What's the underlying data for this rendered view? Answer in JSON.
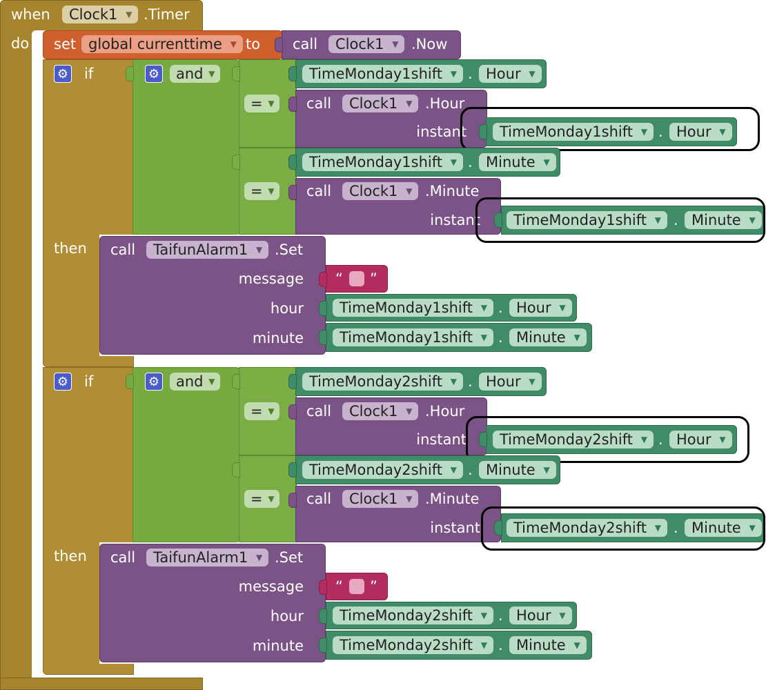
{
  "event": {
    "when": "when",
    "component": "Clock1",
    "event_name": ".Timer",
    "do": "do"
  },
  "set_block": {
    "set": "set",
    "variable": "global currenttime",
    "to": "to",
    "call": "call",
    "component": "Clock1",
    "method": ".Now"
  },
  "shift_blocks": [
    {
      "if": "if",
      "and": "and",
      "eq": "=",
      "then": "then",
      "hour_compare": {
        "object": "TimeMonday1shift",
        "property": "Hour",
        "call": "call",
        "clock": "Clock1",
        "method": ".Hour",
        "instant": "instant",
        "arg_object": "TimeMonday1shift",
        "arg_property": "Hour"
      },
      "minute_compare": {
        "object": "TimeMonday1shift",
        "property": "Minute",
        "call": "call",
        "clock": "Clock1",
        "method": ".Minute",
        "instant": "instant",
        "arg_object": "TimeMonday1shift",
        "arg_property": "Minute"
      },
      "alarm": {
        "call": "call",
        "component": "TaifunAlarm1",
        "method": ".Set",
        "message": "message",
        "quote_open": "“",
        "quote_close": "”",
        "hour": "hour",
        "hour_object": "TimeMonday1shift",
        "hour_property": "Hour",
        "minute": "minute",
        "minute_object": "TimeMonday1shift",
        "minute_property": "Minute"
      }
    },
    {
      "if": "if",
      "and": "and",
      "eq": "=",
      "then": "then",
      "hour_compare": {
        "object": "TimeMonday2shift",
        "property": "Hour",
        "call": "call",
        "clock": "Clock1",
        "method": ".Hour",
        "instant": "instant",
        "arg_object": "TimeMonday2shift",
        "arg_property": "Hour"
      },
      "minute_compare": {
        "object": "TimeMonday2shift",
        "property": "Minute",
        "call": "call",
        "clock": "Clock1",
        "method": ".Minute",
        "instant": "instant",
        "arg_object": "TimeMonday2shift",
        "arg_property": "Minute"
      },
      "alarm": {
        "call": "call",
        "component": "TaifunAlarm1",
        "method": ".Set",
        "message": "message",
        "quote_open": "“",
        "quote_close": "”",
        "hour": "hour",
        "hour_object": "TimeMonday2shift",
        "hour_property": "Hour",
        "minute": "minute",
        "minute_object": "TimeMonday2shift",
        "minute_property": "Minute"
      }
    }
  ],
  "dot": ".",
  "dropdown_arrow": "▼",
  "icons": {
    "gear": "gear-icon"
  },
  "colors": {
    "event": "#a7852e",
    "control": "#b18e35",
    "variable": "#d05f2d",
    "procedure": "#7c5386",
    "logic": "#77ab41",
    "time_object": "#3f8c66",
    "text": "#b32d5e",
    "highlight": "#000000"
  }
}
